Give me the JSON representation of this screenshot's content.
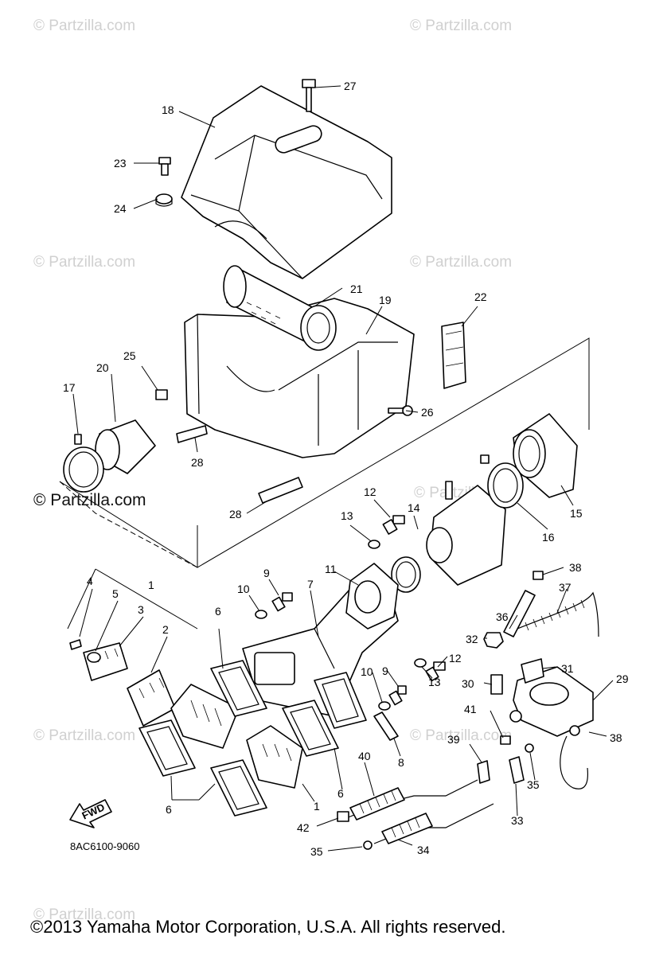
{
  "watermarks": [
    "© Partzilla.com",
    "© Partzilla.com",
    "© Partzilla.com",
    "© Partzilla.com",
    "© Partzilla.com",
    "© Partzilla.com",
    "© Partzilla.com",
    "© Partzilla.com"
  ],
  "watermark_center": "© Partzilla.com",
  "fwd_label": "FWD",
  "diagram_code": "8AC6100-9060",
  "copyright": "©2013 Yamaha Motor Corporation, U.S.A. All rights reserved.",
  "callouts": [
    "27",
    "18",
    "23",
    "24",
    "21",
    "19",
    "22",
    "25",
    "20",
    "17",
    "26",
    "28",
    "28",
    "12",
    "13",
    "14",
    "15",
    "16",
    "1",
    "4",
    "5",
    "3",
    "2",
    "6",
    "9",
    "10",
    "7",
    "11",
    "38",
    "37",
    "36",
    "32",
    "31",
    "12",
    "13",
    "10",
    "9",
    "30",
    "29",
    "41",
    "8",
    "39",
    "40",
    "38",
    "35",
    "33",
    "6",
    "1",
    "6",
    "42",
    "34",
    "35"
  ]
}
